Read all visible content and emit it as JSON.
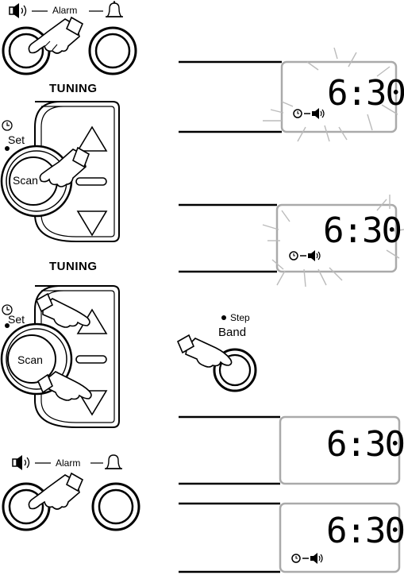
{
  "alarm_row_top": {
    "label": "Alarm"
  },
  "tuning_label_1": "TUNING",
  "tuning_label_2": "TUNING",
  "set_label_1": "Set",
  "set_label_2": "Set",
  "scan_label_1": "Scan",
  "scan_label_2": "Scan",
  "step_label": "Step",
  "band_label": "Band",
  "alarm_row_bottom": {
    "label": "Alarm"
  },
  "displays": [
    {
      "time": "6:30",
      "flashing": true,
      "alarm_icon": true
    },
    {
      "time": "6:30",
      "flashing": true,
      "alarm_icon": true
    },
    {
      "time": "6:30",
      "flashing": false,
      "alarm_icon": false
    },
    {
      "time": "6:30",
      "flashing": false,
      "alarm_icon": true
    }
  ]
}
